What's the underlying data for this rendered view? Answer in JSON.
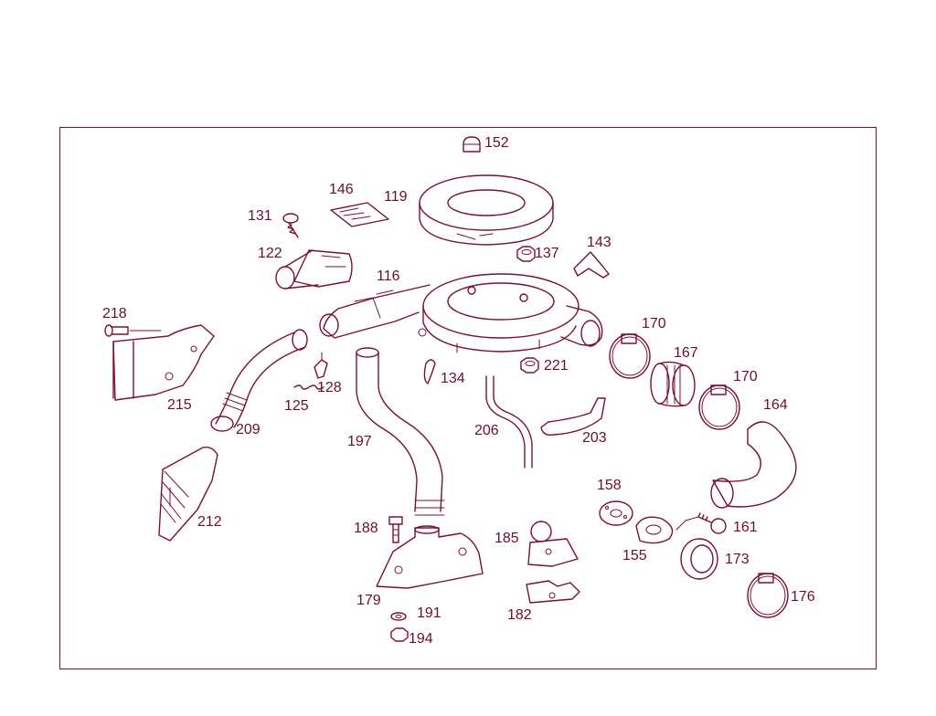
{
  "labels": [
    {
      "key": "152",
      "text": "152"
    },
    {
      "key": "146",
      "text": "146"
    },
    {
      "key": "119",
      "text": "119"
    },
    {
      "key": "131",
      "text": "131"
    },
    {
      "key": "122",
      "text": "122"
    },
    {
      "key": "137",
      "text": "137"
    },
    {
      "key": "143",
      "text": "143"
    },
    {
      "key": "116",
      "text": "116"
    },
    {
      "key": "218",
      "text": "218"
    },
    {
      "key": "170a",
      "text": "170"
    },
    {
      "key": "167",
      "text": "167"
    },
    {
      "key": "221",
      "text": "221"
    },
    {
      "key": "170b",
      "text": "170"
    },
    {
      "key": "164",
      "text": "164"
    },
    {
      "key": "134",
      "text": "134"
    },
    {
      "key": "128",
      "text": "128"
    },
    {
      "key": "125",
      "text": "125"
    },
    {
      "key": "215",
      "text": "215"
    },
    {
      "key": "209",
      "text": "209"
    },
    {
      "key": "206",
      "text": "206"
    },
    {
      "key": "203",
      "text": "203"
    },
    {
      "key": "197",
      "text": "197"
    },
    {
      "key": "158",
      "text": "158"
    },
    {
      "key": "212",
      "text": "212"
    },
    {
      "key": "188",
      "text": "188"
    },
    {
      "key": "185",
      "text": "185"
    },
    {
      "key": "161",
      "text": "161"
    },
    {
      "key": "155",
      "text": "155"
    },
    {
      "key": "173",
      "text": "173"
    },
    {
      "key": "176",
      "text": "176"
    },
    {
      "key": "179",
      "text": "179"
    },
    {
      "key": "191",
      "text": "191"
    },
    {
      "key": "182",
      "text": "182"
    },
    {
      "key": "194",
      "text": "194"
    }
  ],
  "colors": {
    "line": "#7a1030",
    "label": "#6b0f2a",
    "background": "#ffffff"
  }
}
